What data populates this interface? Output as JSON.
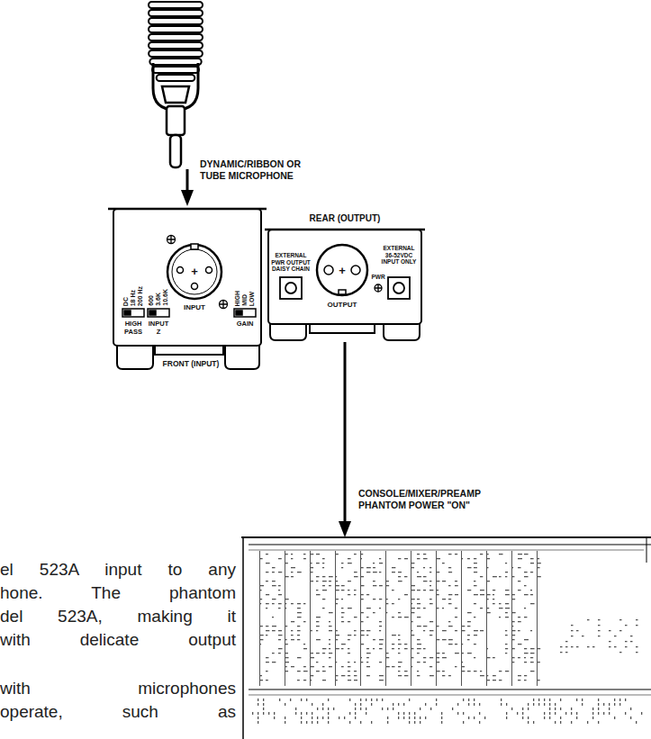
{
  "diagram": {
    "nodes": [
      {
        "text": [
          "DYNAMIC/RIBBON OR TUBE MICROPHONE"
        ]
      },
      {
        "text": [
          "DC",
          "18 Hz",
          "200 Hz",
          "HIGH PASS",
          "600",
          "3.6K",
          "10.6K",
          "INPUT Z",
          "+",
          "INPUT",
          "HIGH",
          "MID",
          "LOW",
          "GAIN",
          "FRONT (INPUT)"
        ]
      },
      {
        "text": [
          "REAR (OUTPUT)",
          "EXTERNAL PWR OUTPUT DAISY CHAIN",
          "+",
          "OUTPUT",
          "EXTERNAL 36-52VDC INPUT ONLY",
          "PWR"
        ]
      },
      {
        "text": [
          "CONSOLE/MIXER/PREAMP PHANTOM POWER \"ON\""
        ]
      }
    ],
    "edges": [
      {
        "from": 0,
        "to": 1,
        "arrow": "to"
      },
      {
        "from": 2,
        "to": 3,
        "arrow": "to"
      }
    ],
    "labels": [
      "el 523A input to any",
      "hone. The phantom",
      "del 523A, making it",
      "with delicate output",
      "with microphones",
      "operate, such as"
    ]
  }
}
